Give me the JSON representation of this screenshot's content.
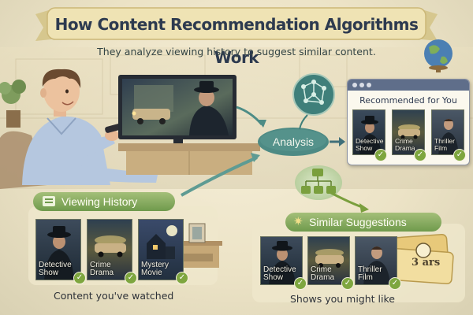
{
  "title": "How Content Recommendation Algorithms Work",
  "subtitle": "They analyze viewing history to suggest similar content.",
  "analysis": {
    "label": "Analysis"
  },
  "recommended": {
    "title": "Recommended for You",
    "cards": [
      {
        "label": "Detective\nShow"
      },
      {
        "label": "Crime\nDrama"
      },
      {
        "label": "Thriller\nFilm"
      }
    ]
  },
  "history": {
    "title": "Viewing History",
    "caption": "Content you've watched",
    "cards": [
      {
        "label": "Detective\nShow"
      },
      {
        "label": "Crime\nDrama"
      },
      {
        "label": "Mystery\nMovie"
      }
    ]
  },
  "similar": {
    "title": "Similar Suggestions",
    "caption": "Shows you might like",
    "cards": [
      {
        "label": "Detective\nShow"
      },
      {
        "label": "Crime\nDrama"
      },
      {
        "label": "Thriller\nFilm"
      }
    ]
  },
  "ticket": {
    "text": "3 ars"
  },
  "colors": {
    "accent_green": "#7ea63f",
    "title_navy": "#2d3a4f",
    "window_bar": "#5f6e8a",
    "teal_bubble": "#3f7f7a"
  }
}
